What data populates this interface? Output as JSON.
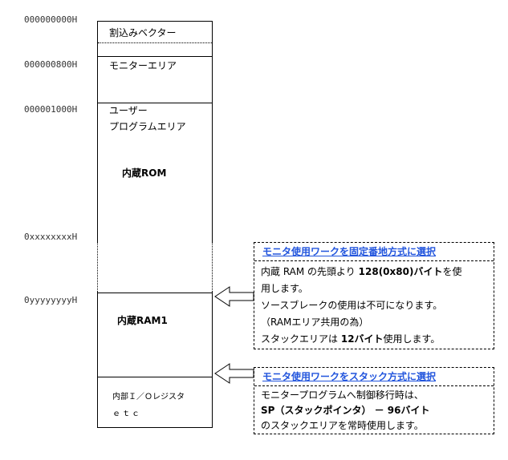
{
  "addresses": {
    "a0": "000000000H",
    "a1": "000000800H",
    "a2": "000001000H",
    "a3": "0xxxxxxxxH",
    "a4": "0yyyyyyyyH"
  },
  "memory_map": {
    "vector": "割込みベクター",
    "monitor": "モニターエリア",
    "user_line1": "ユーザー",
    "user_line2": "プログラムエリア",
    "rom": "内蔵ROM",
    "ram": "内蔵RAM1",
    "io_line1": "内部Ｉ／Ｏレジスタ",
    "io_line2": "ｅｔｃ"
  },
  "note_fixed": {
    "title": "モニタ使用ワークを固定番地方式に選択",
    "l1a": "内蔵 RAM の先頭より",
    "l1b": "128(0x80)バイト",
    "l1c": "を使",
    "l2": "用します。",
    "l3": "ソースブレークの使用は不可になります。",
    "l4": "（RAMエリア共用の為）",
    "l5a": "スタックエリアは",
    "l5b": "12バイト",
    "l5c": "使用します。"
  },
  "note_stack": {
    "title": "モニタ使用ワークをスタック方式に選択",
    "l1": "モニタープログラムへ制御移行時は、",
    "l2a": "SP（スタックポインタ）",
    "l2b": " －  96バイト",
    "l3": "のスタックエリアを常時使用します。"
  },
  "colors": {
    "title_blue": "#2255dd"
  }
}
